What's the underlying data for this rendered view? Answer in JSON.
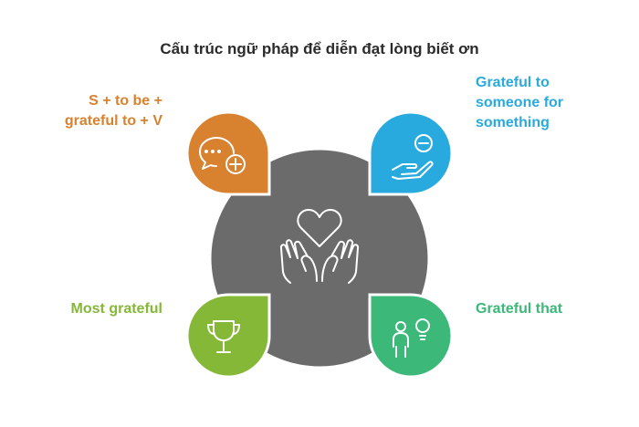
{
  "title": "Cấu trúc ngữ pháp để diễn đạt lòng biết ơn",
  "center": {
    "icon": "heart-hands-icon",
    "color": "#6B6B6B"
  },
  "items": [
    {
      "position": "top-left",
      "label_lines": [
        "S + to be +",
        "grateful to + V"
      ],
      "icon": "speech-bubble-plus-icon",
      "color": "#D8812F"
    },
    {
      "position": "top-right",
      "label_lines": [
        "Grateful to",
        "someone for",
        "something"
      ],
      "icon": "hand-giving-icon",
      "color": "#29AADF"
    },
    {
      "position": "bottom-left",
      "label_lines": [
        "Most grateful"
      ],
      "icon": "trophy-icon",
      "color": "#86B838"
    },
    {
      "position": "bottom-right",
      "label_lines": [
        "Grateful that"
      ],
      "icon": "person-idea-icon",
      "color": "#3CB878"
    }
  ]
}
